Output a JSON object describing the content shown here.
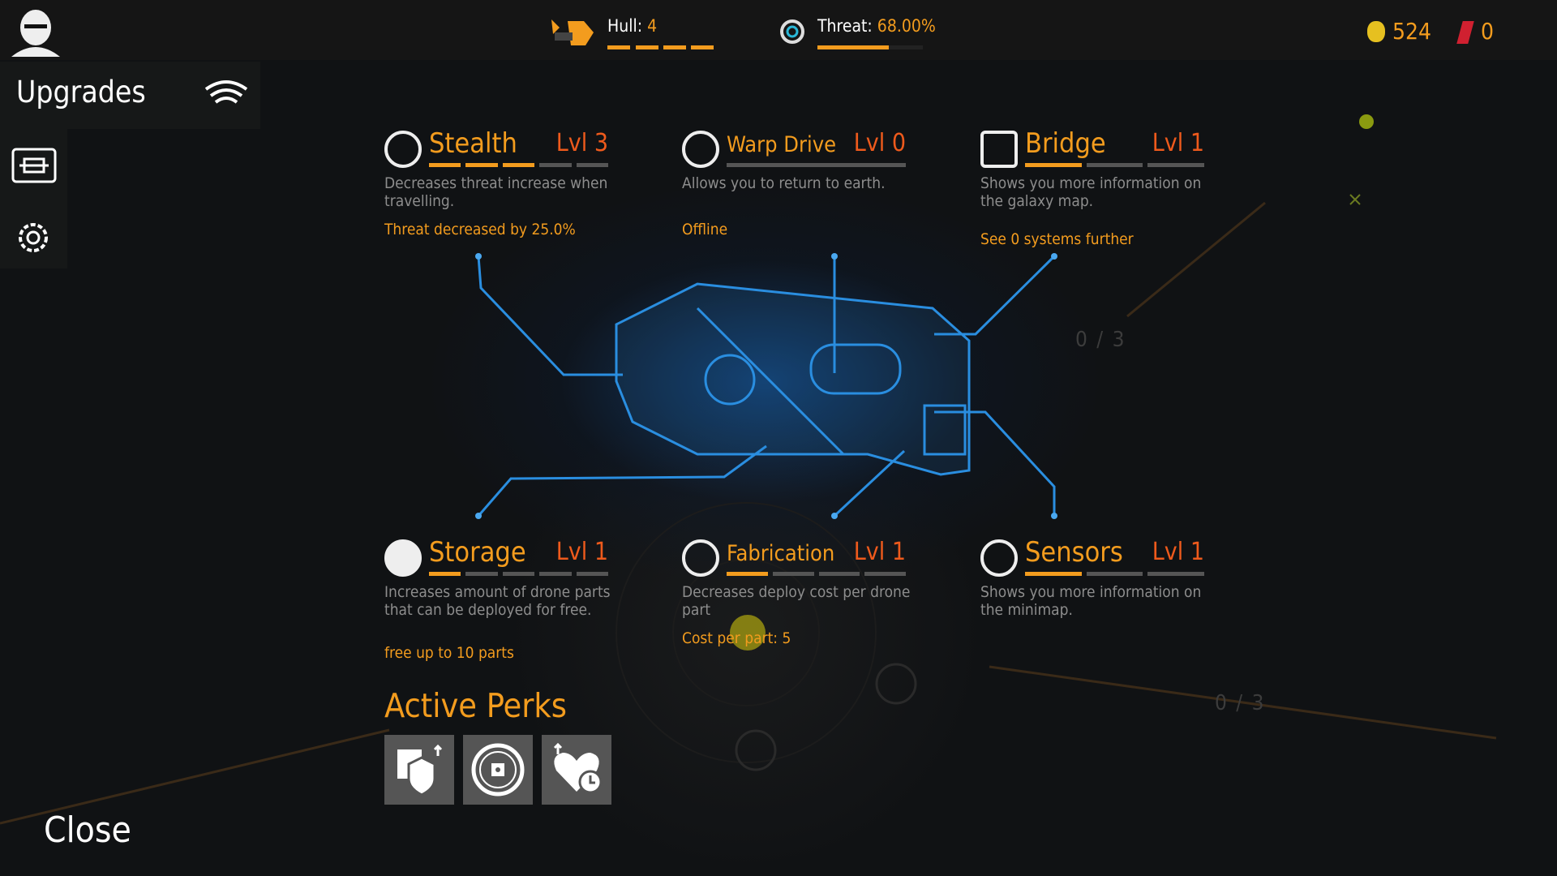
{
  "topbar": {
    "hull_label": "Hull:",
    "hull_value": "4",
    "hull_segments": 4,
    "hull_filled": 4,
    "threat_label": "Threat:",
    "threat_value": "68.00%",
    "threat_fraction": 0.68,
    "gold": "524",
    "crystals": "0"
  },
  "sidebar": {
    "title": "Upgrades",
    "items": [
      {
        "icon": "ship-icon"
      },
      {
        "icon": "gear-icon"
      }
    ]
  },
  "upgrades": [
    {
      "name": "Stealth",
      "level": "Lvl 3",
      "filled": 3,
      "total": 5,
      "description": "Decreases threat increase when travelling.",
      "effect": "Threat decreased by 25.0%"
    },
    {
      "name": "Warp Drive",
      "level": "Lvl 0",
      "filled": 0,
      "total": 1,
      "description": "Allows you to return to earth.",
      "effect": "Offline"
    },
    {
      "name": "Bridge",
      "level": "Lvl 1",
      "filled": 1,
      "total": 3,
      "description": "Shows you more information on the galaxy map.",
      "effect": "See 0 systems further"
    },
    {
      "name": "Storage",
      "level": "Lvl 1",
      "filled": 1,
      "total": 5,
      "description": "Increases amount of drone parts that can be deployed for free.",
      "effect": "free up to 10 parts"
    },
    {
      "name": "Fabrication",
      "level": "Lvl 1",
      "filled": 1,
      "total": 4,
      "description": "Decreases deploy cost per drone part",
      "effect": "Cost per part: 5"
    },
    {
      "name": "Sensors",
      "level": "Lvl 1",
      "filled": 1,
      "total": 3,
      "description": "Shows you more information on the minimap.",
      "effect": ""
    }
  ],
  "perks": {
    "title": "Active Perks",
    "items": [
      "shield-upgrade-icon",
      "core-icon",
      "heart-timer-icon"
    ]
  },
  "map": {
    "counter_1": "0 / 3",
    "counter_2": "0 / 3"
  },
  "close_label": "Close",
  "colors": {
    "accent": "#f39c1e",
    "level": "#ee5a1c",
    "blueprint": "#2a8ee0"
  }
}
